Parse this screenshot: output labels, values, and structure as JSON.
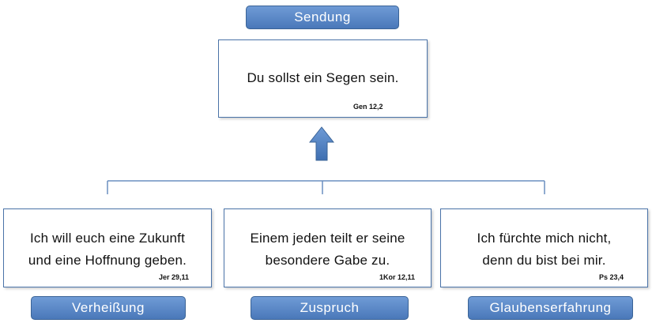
{
  "top": {
    "label": "Sendung",
    "quote": "Du sollst ein Segen sein.",
    "ref": "Gen 12,2"
  },
  "cards": [
    {
      "label": "Verheißung",
      "quote_line1": "Ich will euch eine Zukunft",
      "quote_line2": "und eine Hoffnung geben.",
      "ref": "Jer 29,11"
    },
    {
      "label": "Zuspruch",
      "quote_line1": "Einem jeden teilt er seine",
      "quote_line2": "besondere Gabe zu.",
      "ref": "1Kor 12,11"
    },
    {
      "label": "Glaubenserfahrung",
      "quote_line1": "Ich fürchte mich nicht,",
      "quote_line2": "denn du bist bei mir.",
      "ref": "Ps 23,4"
    }
  ],
  "colors": {
    "label_fill": "#4f7fc0",
    "border": "#4a73a8",
    "arrow": "#4f81bd",
    "connector": "#6b8fc0"
  }
}
